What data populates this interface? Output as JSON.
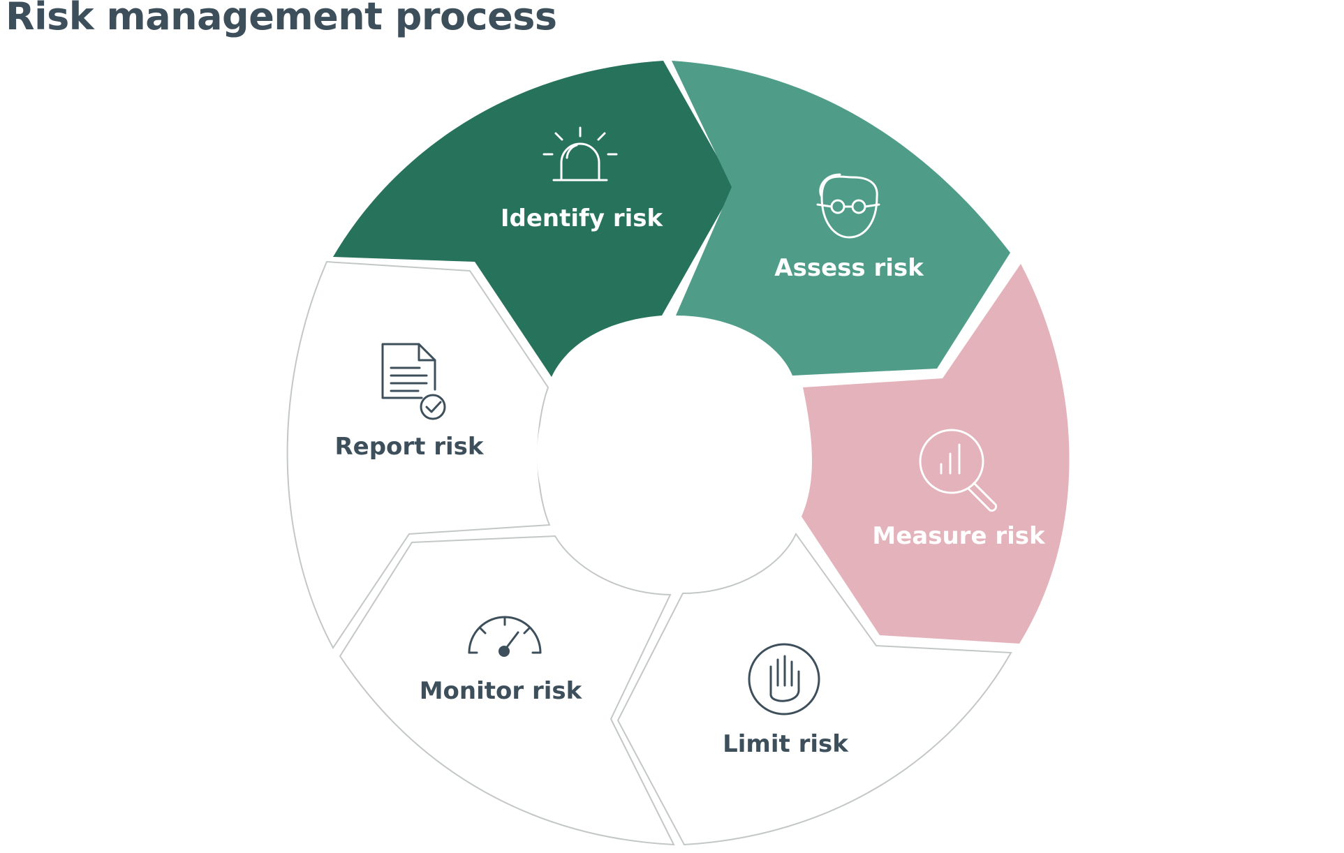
{
  "title": "Risk management process",
  "colors": {
    "identify": "#27725a",
    "assess": "#4f9d88",
    "measure": "#e4b2ba",
    "neutral_fill": "#ffffff",
    "neutral_stroke": "#c3c7c8",
    "dark_text": "#3d4f5a",
    "light_text": "#ffffff"
  },
  "steps": [
    {
      "label": "Identify risk",
      "icon": "alarm-light-icon"
    },
    {
      "label": "Assess risk",
      "icon": "person-glasses-icon"
    },
    {
      "label": "Measure risk",
      "icon": "magnifier-chart-icon"
    },
    {
      "label": "Limit risk",
      "icon": "stop-hand-icon"
    },
    {
      "label": "Monitor risk",
      "icon": "speedometer-icon"
    },
    {
      "label": "Report risk",
      "icon": "document-check-icon"
    }
  ]
}
